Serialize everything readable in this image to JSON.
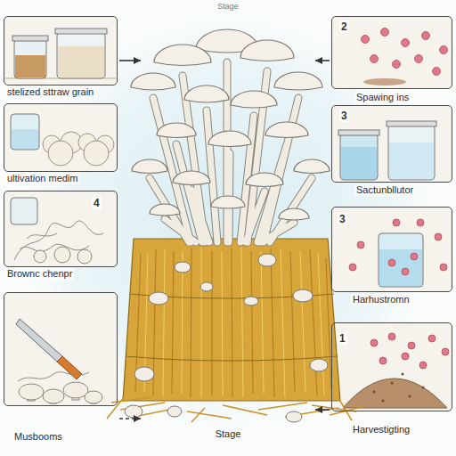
{
  "diagram": {
    "title": "Stage",
    "nodes": [
      {
        "text": [
          "stelized sttraw grain"
        ]
      },
      {
        "text": [
          "2",
          "Spawing ins"
        ]
      },
      {
        "text": [
          "ultivation medim"
        ]
      },
      {
        "text": [
          "3",
          "Sactunbllutor"
        ]
      },
      {
        "text": [
          "4",
          "Brownc chenpr"
        ]
      },
      {
        "text": [
          "3",
          "Harhustromn"
        ]
      },
      {
        "text": [
          "Musbooms"
        ]
      },
      {
        "text": [
          "Stage"
        ]
      },
      {
        "text": [
          "1",
          "Harvestigting"
        ]
      }
    ],
    "edges": [
      {
        "from": 0,
        "to": 7,
        "arrow": "to"
      },
      {
        "from": 1,
        "to": 7,
        "arrow": "to"
      },
      {
        "from": 6,
        "to": 7,
        "arrow": "to"
      },
      {
        "from": 8,
        "to": 7,
        "arrow": "to"
      }
    ]
  }
}
